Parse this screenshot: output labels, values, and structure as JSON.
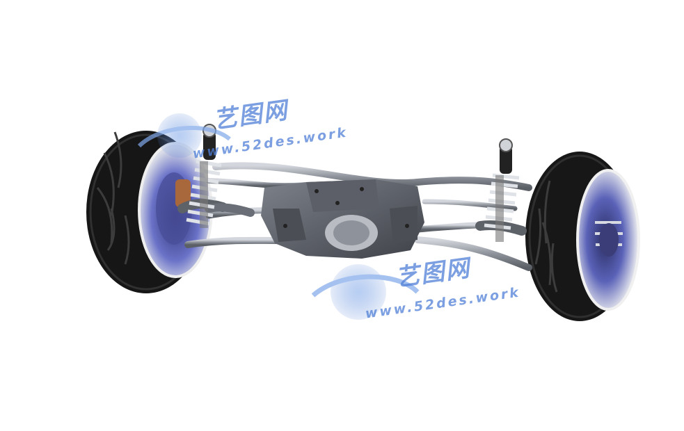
{
  "watermarks": [
    {
      "title": "艺图网",
      "url": "www.52des.work"
    },
    {
      "title": "艺图网",
      "url": "www.52des.work"
    }
  ],
  "colors": {
    "background": "#ffffff",
    "tire": "#1a1a1a",
    "rim": "#c9cdd6",
    "rim_shadow": "#5a62b8",
    "metal": "#a7abb3",
    "metal_dark": "#5d6168",
    "spring": "#d9dde3",
    "caliper": "#a9683c",
    "watermark": "#4f7fd6"
  }
}
